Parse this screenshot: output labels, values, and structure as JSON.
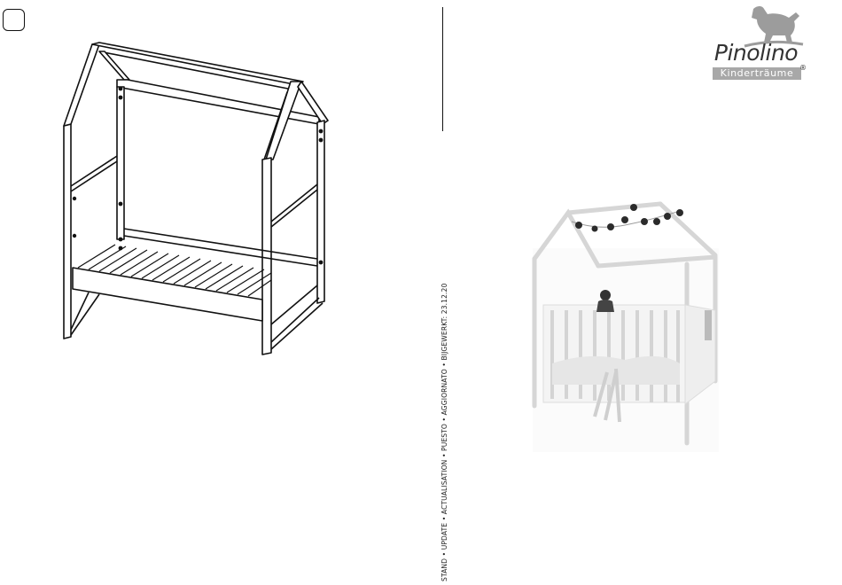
{
  "step_box": {
    "label": ""
  },
  "logo": {
    "brand": "Pinolino",
    "tagline": "Kinderträume",
    "registered": "®",
    "icon": "rocking-horse-icon"
  },
  "version_stamp": "STAND • UPDATE • ACTUALISATION • PUESTO • AGGIORNATO • BIJGEWERKT: 23.12.20",
  "drawing": {
    "subject": "house-bed-frame-line-drawing"
  },
  "photo": {
    "subject": "white-house-bed-with-garland-photo"
  },
  "colors": {
    "ink": "#111111",
    "logo_grey": "#a8a8a8",
    "photo_shadow": "#d8d8d8"
  }
}
